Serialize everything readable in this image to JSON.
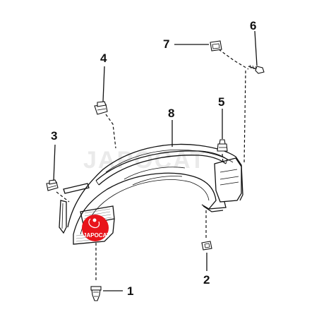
{
  "callouts": [
    {
      "number": "1",
      "part": "clip-bottom"
    },
    {
      "number": "2",
      "part": "nut-lower-rear"
    },
    {
      "number": "3",
      "part": "clip-front"
    },
    {
      "number": "4",
      "part": "clip-upper"
    },
    {
      "number": "5",
      "part": "clip-rear"
    },
    {
      "number": "6",
      "part": "screw"
    },
    {
      "number": "7",
      "part": "nut-top"
    },
    {
      "number": "8",
      "part": "fender-liner"
    }
  ],
  "watermark": "JAPOCAT",
  "logo": {
    "text": "JAPOCAT",
    "color": "#e8141b"
  },
  "colors": {
    "line": "#111111",
    "logo_red": "#e8141b",
    "watermark": "#d9d9d9"
  }
}
